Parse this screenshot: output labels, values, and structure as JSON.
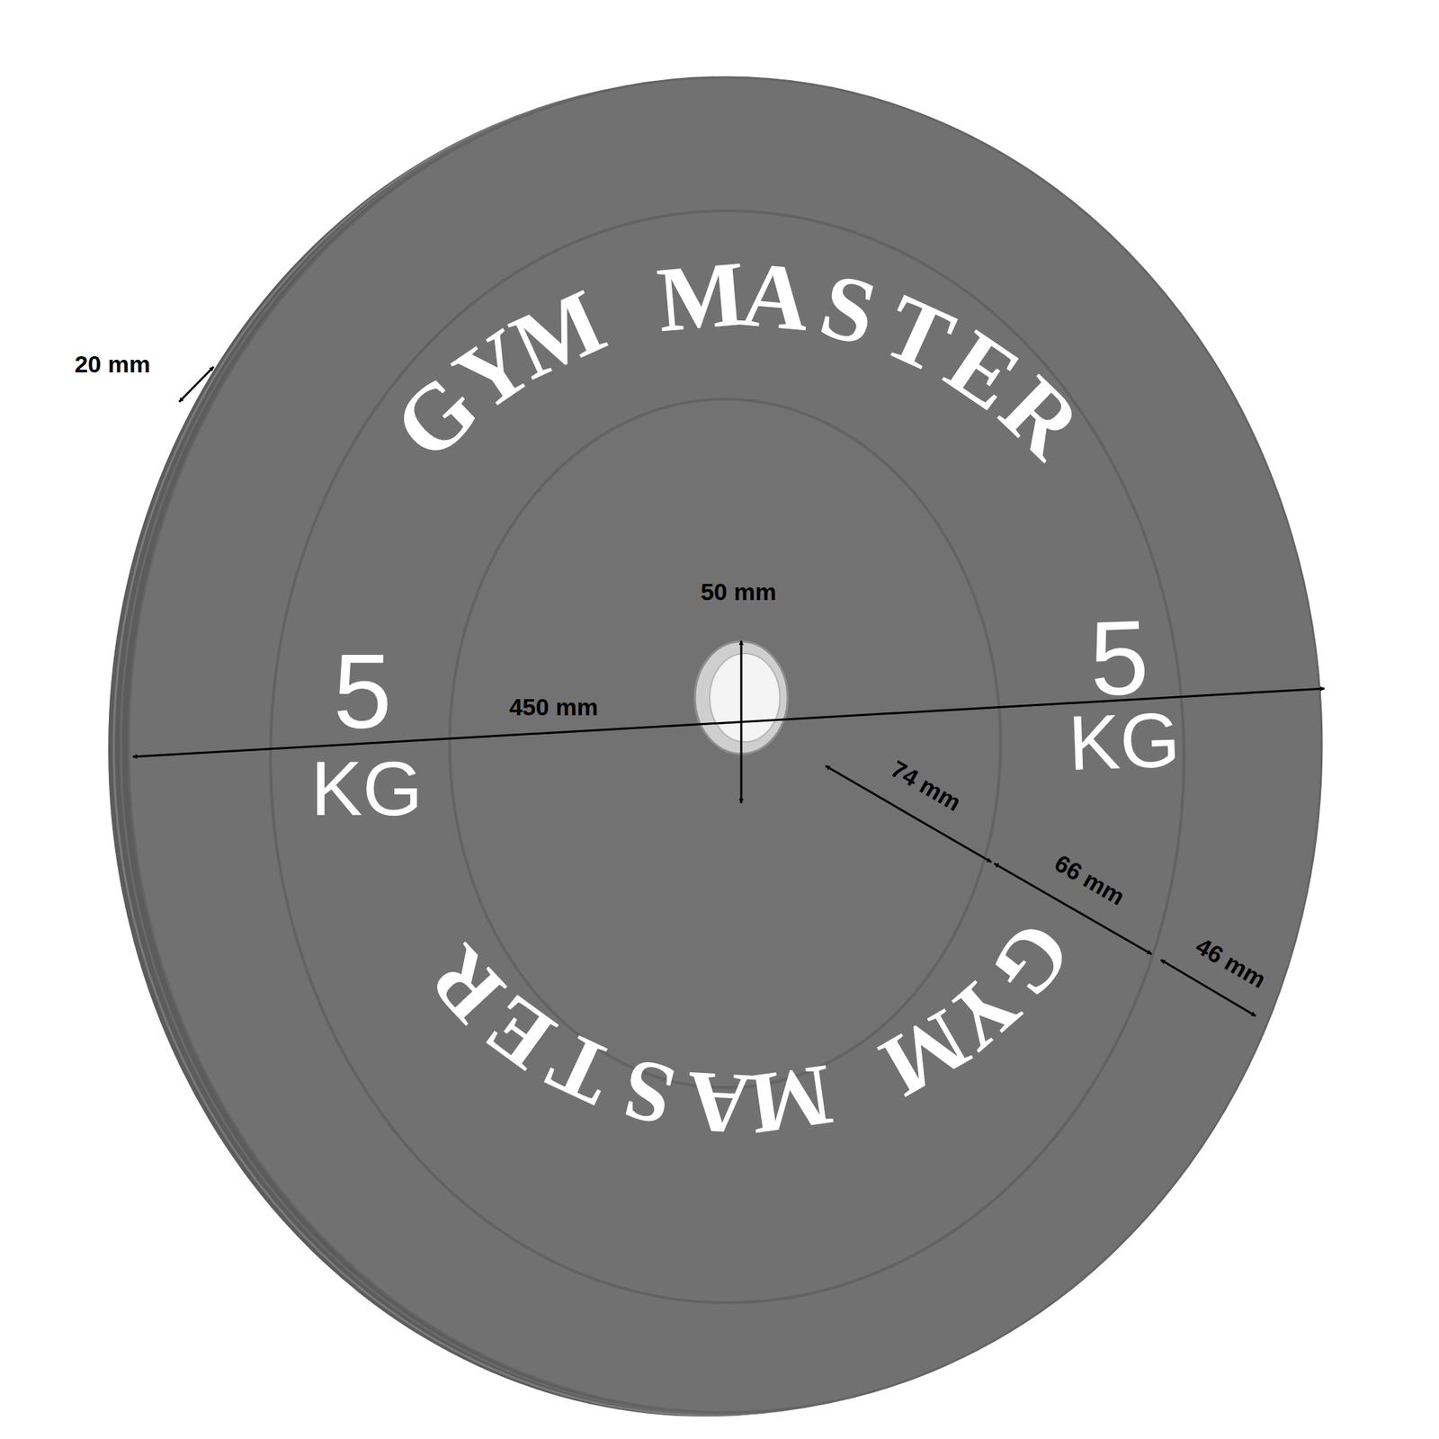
{
  "diagram": {
    "labels": [
      "20 mm",
      "GYM MASTER",
      "50 mm",
      "5",
      "450 mm",
      "5",
      "KG",
      "KG",
      "74 mm",
      "66 mm",
      "46 mm",
      "GYM MASTER"
    ]
  }
}
